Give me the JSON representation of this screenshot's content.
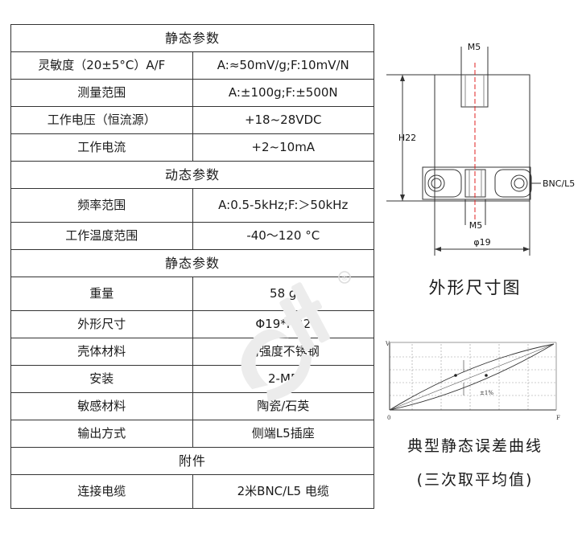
{
  "static_header_1": "静态参数",
  "dynamic_header": "动态参数",
  "static_header_2": "静态参数",
  "accessory_header": "附件",
  "rows": [
    {
      "key": "灵敏度（20±5°C）A/F",
      "value": "A:≈50mV/g;F:10mV/N"
    },
    {
      "key": "测量范围",
      "value": "A:±100g;F:±500N"
    },
    {
      "key": "工作电压（恒流源）",
      "value": "+18~28VDC"
    },
    {
      "key": "工作电流",
      "value": "+2~10mA"
    },
    {
      "key": "频率范围",
      "value": "A:0.5-5kHz;F:＞50kHz"
    },
    {
      "key": "工作温度范围",
      "value": "-40～120 °C"
    },
    {
      "key": "重量",
      "value": "58 g"
    },
    {
      "key": "外形尺寸",
      "value": "Φ19*H22"
    },
    {
      "key": "壳体材料",
      "value": "高强度不锈钢"
    },
    {
      "key": "安装",
      "value": "2-M5"
    },
    {
      "key": "敏感材料",
      "value": "陶瓷/石英"
    },
    {
      "key": "输出方式",
      "value": "侧端L5插座"
    },
    {
      "key": "连接电缆",
      "value": "2米BNC/L5 电缆"
    }
  ],
  "drawing": {
    "m5_top": "M5",
    "h22": "H22",
    "bnc": "BNC/L5",
    "m5_bottom": "M5",
    "phi19": "φ19",
    "caption": "外形尺寸图"
  },
  "curve": {
    "v_label": "V",
    "f_label": "F",
    "origin": "0",
    "tolerance": "±1%",
    "caption_1": "典型静态误差曲线",
    "caption_2": "(三次取平均值)"
  },
  "watermark_text": "®",
  "colors": {
    "line": "#333333",
    "accent_red": "#e02020",
    "watermark": "#eeeeee"
  }
}
